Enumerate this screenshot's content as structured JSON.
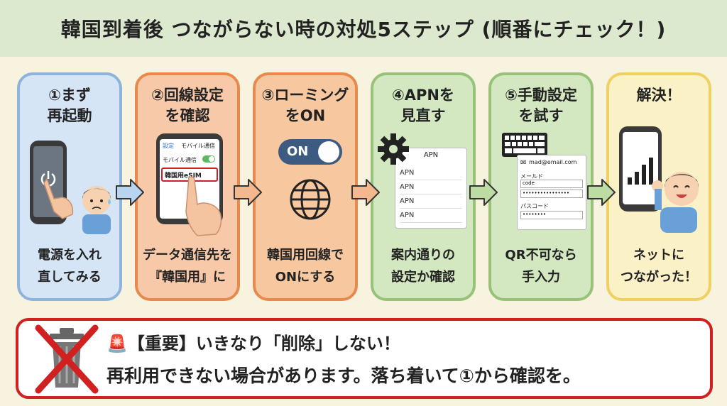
{
  "title": "韓国到着後 つながらない時の対処5ステップ (順番にチェック！)",
  "steps": [
    {
      "head": "①まず\n再起動",
      "foot": "電源を入れ\n直してみる"
    },
    {
      "head": "②回線設定\nを確認",
      "foot": "データ通信先を\n『韓国用』に"
    },
    {
      "head": "③ローミング\nをON",
      "foot": "韓国用回線で\nONにする"
    },
    {
      "head": "④APNを\n見直す",
      "foot": "案内通りの\n設定か確認"
    },
    {
      "head": "⑤手動設定\nを試す",
      "foot": "QR不可なら\n手入力"
    },
    {
      "head": "解決！",
      "foot": "ネットに\nつながった！"
    }
  ],
  "phone2": {
    "back": "設定",
    "header": "モバイル通信",
    "row1": "モバイル通信",
    "row2": "韓国用eSIM"
  },
  "toggle_label": "ON",
  "apn": {
    "header": "APN",
    "rows": [
      "APN",
      "APN",
      "APN",
      "APN"
    ]
  },
  "form": {
    "email": "mad@email.com",
    "label1": "メールド",
    "value1": "code",
    "password": "••••••••••••••••",
    "label2": "パスコード",
    "value2": "••••••••"
  },
  "warning": {
    "line1": "🚨【重要】いきなり「削除」しない！",
    "line2": "再利用できない場合があります。落ち着いて①から確認を。"
  },
  "colors": {
    "card_borders": [
      "#8fb4dc",
      "#e88a4e",
      "#e88a4e",
      "#98c27a",
      "#98c27a",
      "#f0d060"
    ],
    "card_fills": [
      "#d5e5f5",
      "#f8c9a8",
      "#f7c8a0",
      "#d3e8c0",
      "#d3e8c0",
      "#fbf1c7"
    ],
    "arrow_fills": [
      "#b9d4ee",
      "#f4b88e",
      "#f4b88e",
      "#bcdca4",
      "#bcdca4"
    ],
    "warning": "#d02020"
  }
}
